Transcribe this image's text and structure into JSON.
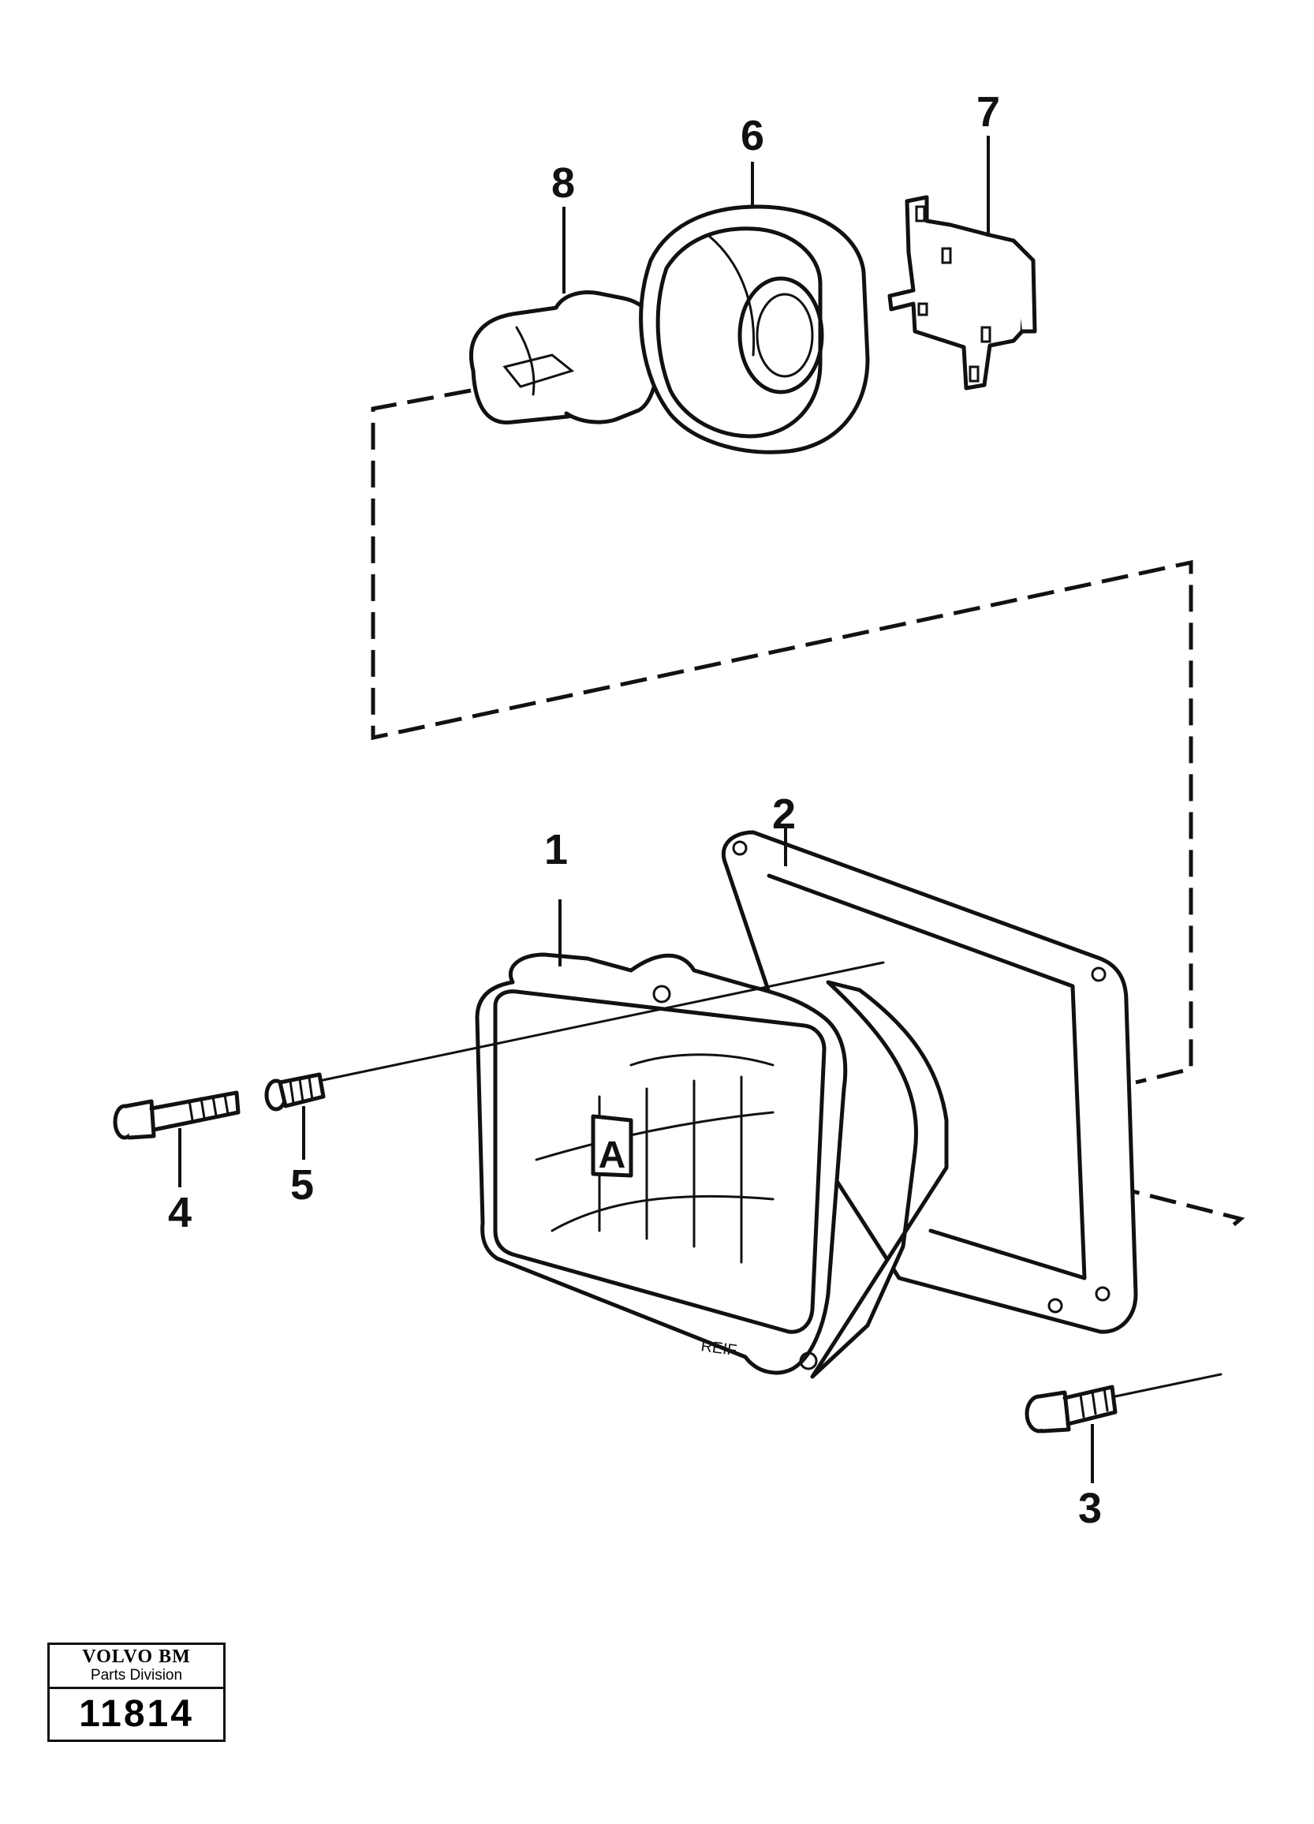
{
  "callouts": [
    "1",
    "2",
    "3",
    "4",
    "5",
    "6",
    "7",
    "8"
  ],
  "lens_marking": "A",
  "lens_text": "REIF",
  "brand": {
    "name": "VOLVO BM",
    "division": "Parts Division",
    "drawing_number": "11814"
  },
  "colors": {
    "ink": "#111111",
    "paper": "#ffffff"
  }
}
